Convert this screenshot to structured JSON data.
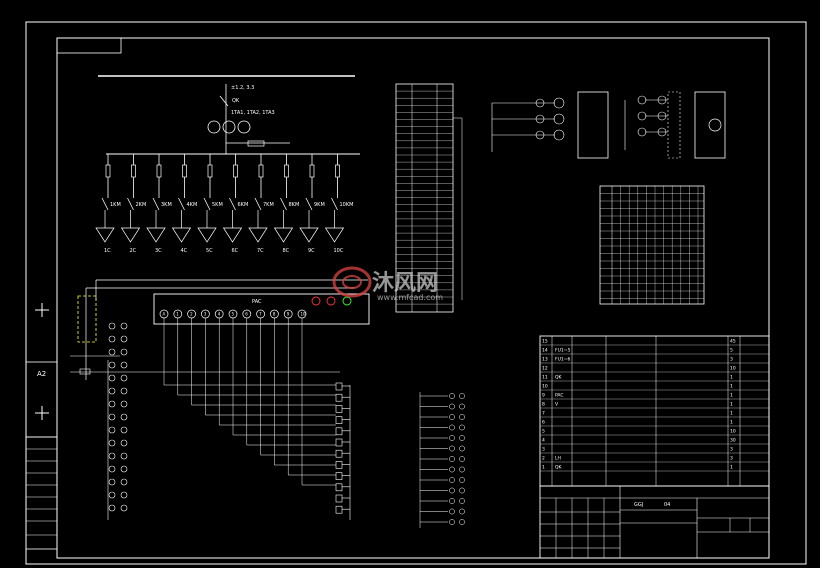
{
  "sheet": {
    "size_label": "A2"
  },
  "title_block": {
    "project_line": "",
    "model": "GGJ",
    "sheet_no": "04",
    "drawing_name": "",
    "labels": [
      "",
      "",
      "",
      "",
      "",
      "",
      "",
      "",
      ""
    ]
  },
  "bus": {
    "label": "±1.2, 3.3"
  },
  "incoming": {
    "switch": "QK",
    "breaker": "",
    "ct_label": "1TA1, 1TA2, 1TA3"
  },
  "capacitor_groups": [
    "1C",
    "2C",
    "3C",
    "4C",
    "5C",
    "6C",
    "7C",
    "8C",
    "9C",
    "10C"
  ],
  "contactor_labels": [
    "1KM",
    "2KM",
    "3KM",
    "4KM",
    "5KM",
    "6KM",
    "7KM",
    "8KM",
    "9KM",
    "10KM"
  ],
  "controller": {
    "label": "PAC",
    "terminals": [
      "A",
      "1",
      "2",
      "3",
      "4",
      "5",
      "6",
      "7",
      "8",
      "9",
      "10"
    ]
  },
  "parts_list": {
    "rows": [
      {
        "no": "15",
        "code": "",
        "name": "",
        "spec": "",
        "qty": "45"
      },
      {
        "no": "14",
        "code": "FU1~5",
        "name": "",
        "spec": "",
        "qty": "5"
      },
      {
        "no": "13",
        "code": "FU1~6",
        "name": "",
        "spec": "",
        "qty": "3"
      },
      {
        "no": "12",
        "code": "",
        "name": "",
        "spec": "",
        "qty": "10"
      },
      {
        "no": "11",
        "code": "QK",
        "name": "",
        "spec": "",
        "qty": "1"
      },
      {
        "no": "10",
        "code": "",
        "name": "",
        "spec": "",
        "qty": "1"
      },
      {
        "no": "9",
        "code": "PAC",
        "name": "",
        "spec": "",
        "qty": "1"
      },
      {
        "no": "8",
        "code": "V",
        "name": "",
        "spec": "",
        "qty": "1"
      },
      {
        "no": "7",
        "code": "",
        "name": "",
        "spec": "",
        "qty": "1"
      },
      {
        "no": "6",
        "code": "",
        "name": "",
        "spec": "",
        "qty": "1"
      },
      {
        "no": "5",
        "code": "",
        "name": "",
        "spec": "",
        "qty": "10"
      },
      {
        "no": "4",
        "code": "",
        "name": "",
        "spec": "",
        "qty": "30"
      },
      {
        "no": "3",
        "code": "",
        "name": "",
        "spec": "",
        "qty": "3"
      },
      {
        "no": "2",
        "code": "LH",
        "name": "",
        "spec": "",
        "qty": "3"
      },
      {
        "no": "1",
        "code": "QK",
        "name": "",
        "spec": "",
        "qty": "1"
      }
    ]
  },
  "watermark": {
    "text": "沐风网",
    "url": "www.mfcad.com"
  }
}
